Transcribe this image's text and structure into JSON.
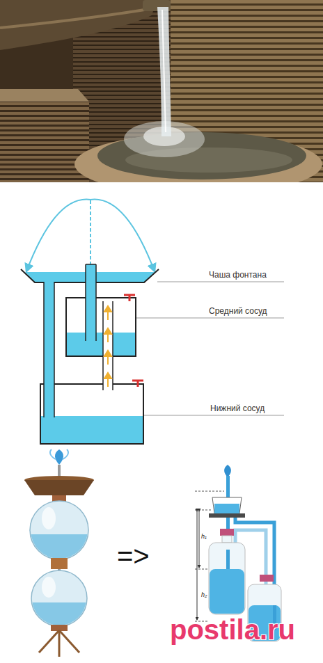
{
  "diagram": {
    "labels": [
      "Чаша фонтана",
      "Средний сосуд",
      "Нижний сосуд",
      "=>",
      "h₁",
      "h₂",
      "postila.ru"
    ]
  }
}
